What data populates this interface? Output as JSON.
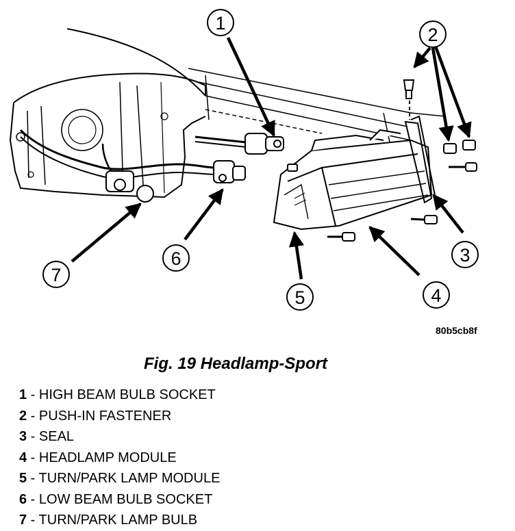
{
  "figure": {
    "code": "80b5cb8f",
    "caption": "Fig. 19 Headlamp-Sport"
  },
  "callouts": [
    "1",
    "2",
    "3",
    "4",
    "5",
    "6",
    "7"
  ],
  "legend": [
    {
      "num": "1",
      "sep": " - ",
      "label": "HIGH BEAM BULB SOCKET"
    },
    {
      "num": "2",
      "sep": " - ",
      "label": "PUSH-IN FASTENER"
    },
    {
      "num": "3",
      "sep": " - ",
      "label": "SEAL"
    },
    {
      "num": "4",
      "sep": " - ",
      "label": "HEADLAMP MODULE"
    },
    {
      "num": "5",
      "sep": " - ",
      "label": "TURN/PARK LAMP MODULE"
    },
    {
      "num": "6",
      "sep": " - ",
      "label": "LOW BEAM BULB SOCKET"
    },
    {
      "num": "7",
      "sep": " - ",
      "label": "TURN/PARK LAMP BULB"
    }
  ]
}
